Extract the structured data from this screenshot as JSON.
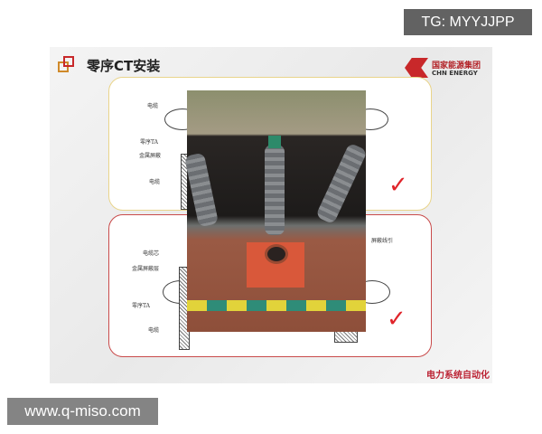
{
  "slide": {
    "title": "零序CT安装",
    "logo": {
      "cn": "国家能源集团",
      "en": "CHN ENERGY"
    },
    "top_panel": {
      "labels": [
        "电缆",
        "零序TA",
        "金属屏蔽",
        "电缆"
      ],
      "status": "check-icon"
    },
    "bottom_panel": {
      "labels": [
        "电缆芯",
        "金属屏蔽层",
        "零序TA",
        "电缆",
        "屏蔽线引"
      ],
      "status": "check-icon"
    },
    "footer_watermark": "电力系统自动化"
  },
  "watermarks": {
    "top_right": "TG: MYYJJPP",
    "bottom_left": "www.q-miso.com"
  },
  "colors": {
    "check": "#e0242a",
    "top_border": "#e9d48a",
    "bottom_border": "#c94b4b",
    "brand": "#c8282a"
  }
}
